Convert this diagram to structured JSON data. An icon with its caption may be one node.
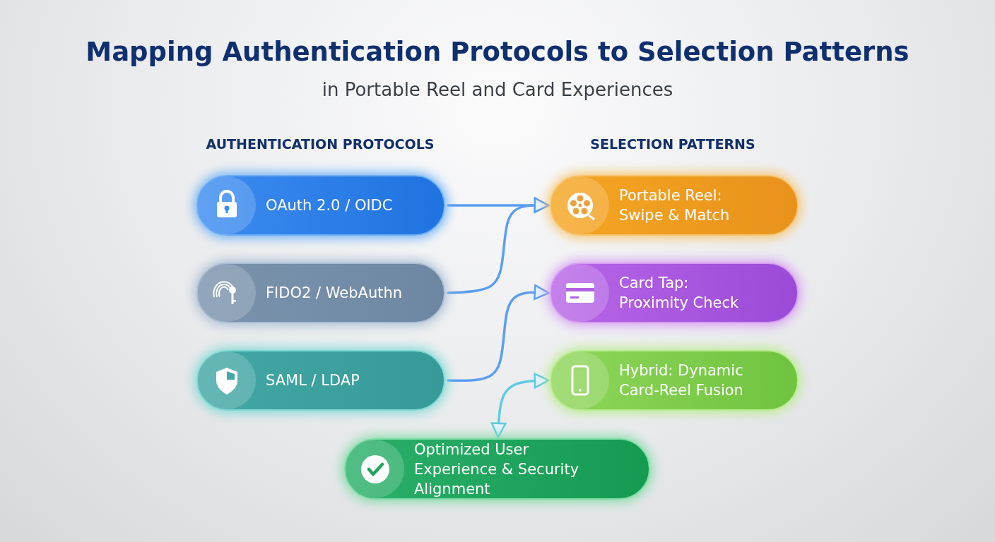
{
  "diagram": {
    "title": "Mapping Authentication Protocols to Selection Patterns",
    "caption": "in Portable Reel and Card Experiences",
    "nodes": [
      {
        "text": [
          "OAuth 2.0 / OIDC"
        ]
      },
      {
        "text": [
          "FIDO2 / WebAuthn"
        ]
      },
      {
        "text": [
          "SAML / LDAP"
        ]
      },
      {
        "text": [
          "Portable Reel: Swipe & Match"
        ]
      },
      {
        "text": [
          "Card Tap: Proximity Check"
        ]
      },
      {
        "text": [
          "Hybrid: Dynamic Card-Reel Fusion"
        ]
      },
      {
        "text": [
          "Optimized User Experience & Security Alignment"
        ]
      }
    ],
    "edges": [
      {
        "from": 0,
        "to": 3,
        "arrow": "to"
      },
      {
        "from": 1,
        "to": 3,
        "arrow": "to"
      },
      {
        "from": 2,
        "to": 4,
        "arrow": "to"
      },
      {
        "from": 5,
        "to": 6,
        "arrow": "both",
        "color": "#5fcbe0"
      }
    ],
    "labels": [
      "AUTHENTICATION PROTOCOLS",
      "SELECTION PATTERNS"
    ]
  }
}
